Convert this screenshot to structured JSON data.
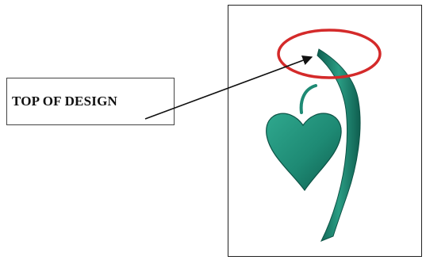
{
  "callout": {
    "label": "TOP OF DESIGN"
  },
  "colors": {
    "design_fill": "#1e8a74",
    "design_dark": "#0f5e4f",
    "design_light": "#2fa88e",
    "highlight_ring": "#d42a2a",
    "arrow": "#111111"
  },
  "icons": {
    "design": "heart-and-stem-embroidery",
    "highlight": "red-ellipse-highlight",
    "pointer": "arrow"
  }
}
